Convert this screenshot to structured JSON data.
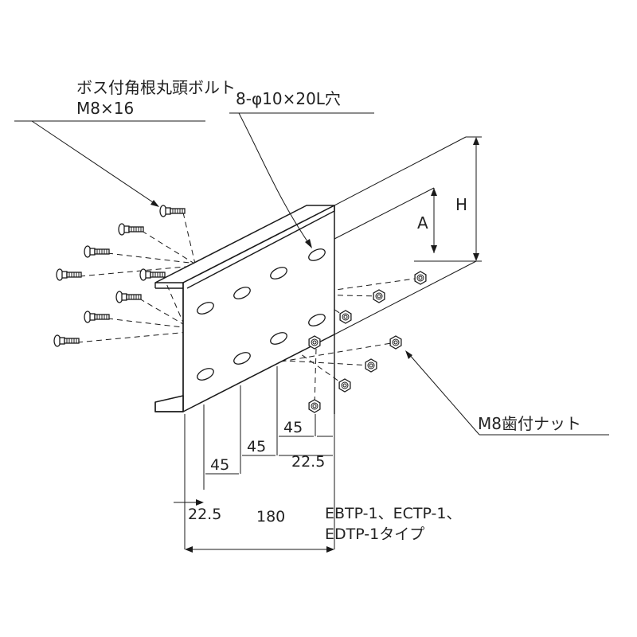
{
  "labels": {
    "bolt_name": "ボス付角根丸頭ボルト",
    "bolt_size": "M8×16",
    "hole_spec": "8-φ10×20L穴",
    "nut_name": "M8歯付ナット",
    "type_line1": "EBTP-1、ECTP-1、",
    "type_line2": "EDTP-1タイプ"
  },
  "dimensions": {
    "height": "H",
    "slot_height": "A",
    "pitch_1": "45",
    "pitch_2": "45",
    "pitch_3": "45",
    "edge_right": "22.5",
    "edge_left": "22.5",
    "overall": "180"
  },
  "counts": {
    "bolts": 8,
    "nuts": 8,
    "holes": 8
  }
}
